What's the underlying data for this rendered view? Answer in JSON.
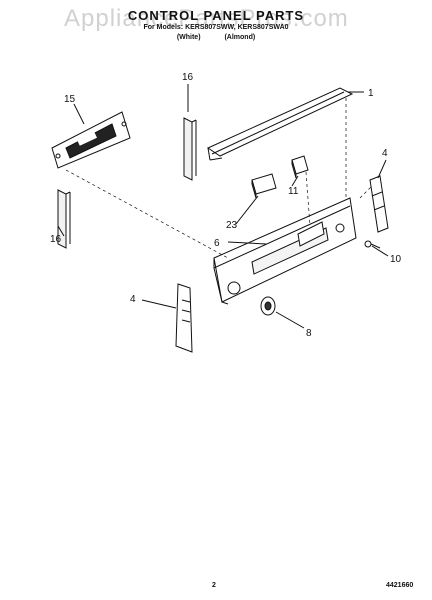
{
  "watermark": "AppliancePartsPros.com",
  "header": {
    "title": "CONTROL PANEL PARTS",
    "models": "For Models: KERS807SWW, KERS807SWA0",
    "colors": "(White) (Almond)"
  },
  "callouts": [
    "1",
    "4",
    "4",
    "6",
    "8",
    "10",
    "11",
    "15",
    "16",
    "16",
    "23"
  ],
  "footer": {
    "page_number": "2",
    "part_number": "4421660"
  }
}
